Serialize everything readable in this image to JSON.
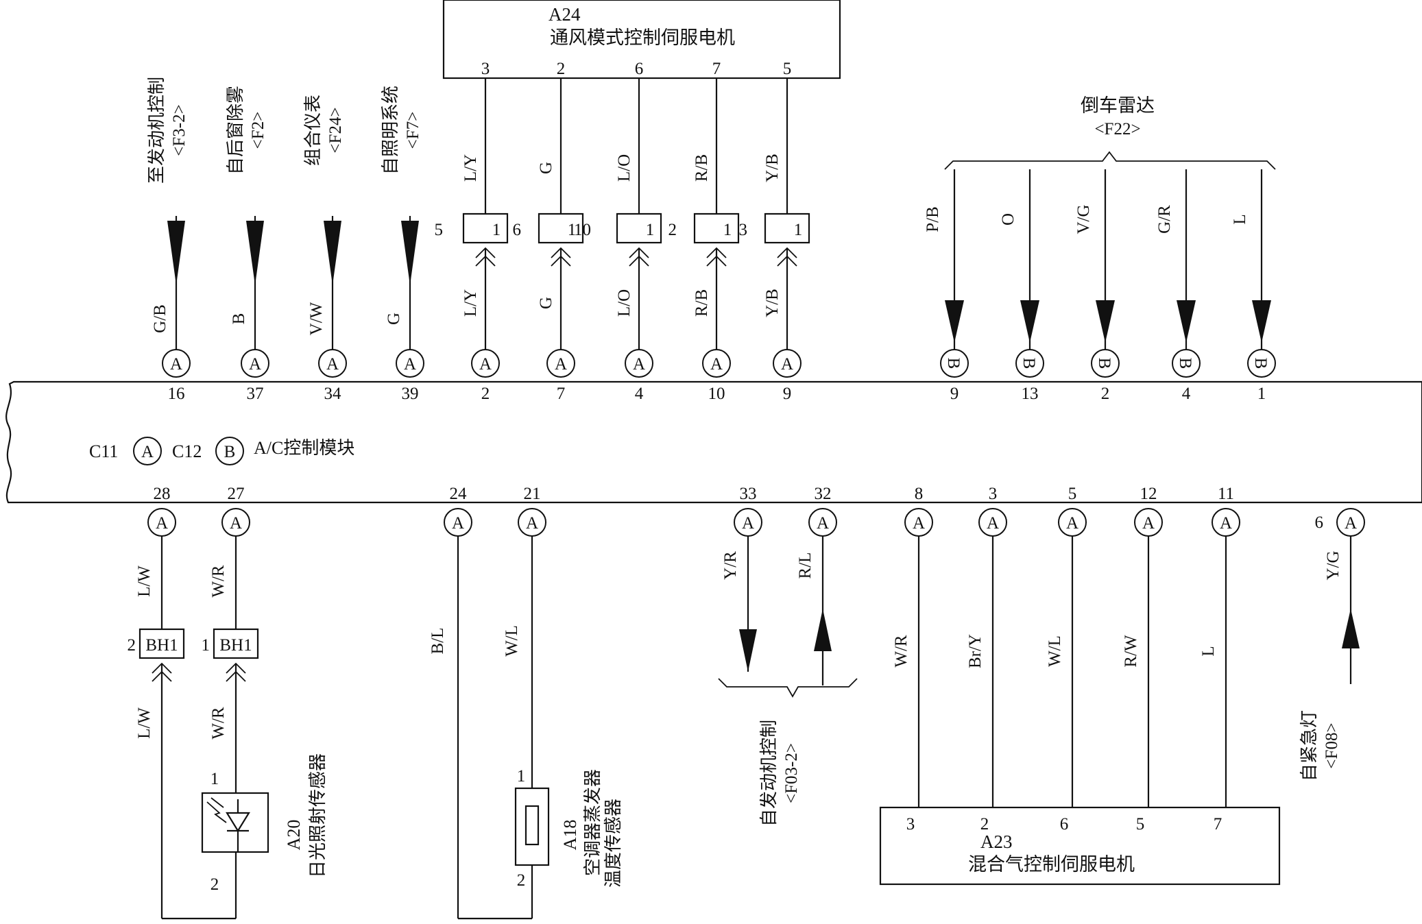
{
  "module": {
    "connectors": [
      "C11",
      "C12"
    ],
    "name": "A/C控制模块"
  },
  "a24": {
    "ref": "A24",
    "name": "通风模式控制伺服电机",
    "wires": [
      {
        "pin": "3",
        "color": "L/Y",
        "conn_pin": "5",
        "conn_cav": "1",
        "module_conn": "A",
        "module_pin": "2"
      },
      {
        "pin": "2",
        "color": "G",
        "conn_pin": "6",
        "conn_cav": "1",
        "module_conn": "A",
        "module_pin": "7"
      },
      {
        "pin": "6",
        "color": "L/O",
        "conn_pin": "10",
        "conn_cav": "1",
        "module_conn": "A",
        "module_pin": "4"
      },
      {
        "pin": "7",
        "color": "R/B",
        "conn_pin": "2",
        "conn_cav": "1",
        "module_conn": "A",
        "module_pin": "10"
      },
      {
        "pin": "5",
        "color": "Y/B",
        "conn_pin": "3",
        "conn_cav": "1",
        "module_conn": "A",
        "module_pin": "9"
      }
    ]
  },
  "top_inputs": [
    {
      "dest": "至发动机控制",
      "code": "<F3-2>",
      "color": "G/B",
      "module_conn": "A",
      "module_pin": "16"
    },
    {
      "dest": "自后窗除雾",
      "code": "<F2>",
      "color": "B",
      "module_conn": "A",
      "module_pin": "37"
    },
    {
      "dest": "组合仪表",
      "code": "<F24>",
      "color": "V/W",
      "module_conn": "A",
      "module_pin": "34"
    },
    {
      "dest": "自照明系统",
      "code": "<F7>",
      "color": "G",
      "module_conn": "A",
      "module_pin": "39"
    }
  ],
  "radar": {
    "title": "倒车雷达",
    "code": "<F22>",
    "wires": [
      {
        "color": "P/B",
        "module_conn": "B",
        "module_pin": "9"
      },
      {
        "color": "O",
        "module_conn": "B",
        "module_pin": "13"
      },
      {
        "color": "V/G",
        "module_conn": "B",
        "module_pin": "2"
      },
      {
        "color": "G/R",
        "module_conn": "B",
        "module_pin": "4"
      },
      {
        "color": "L",
        "module_conn": "B",
        "module_pin": "1"
      }
    ]
  },
  "sunload": {
    "ref": "A20",
    "name": "日光照射传感器",
    "pin_top": "1",
    "pin_bottom": "2",
    "wires": [
      {
        "module_pin": "28",
        "module_conn": "A",
        "color_top": "L/W",
        "conn_pin": "2",
        "conn_name": "BH1",
        "color_bottom": "L/W"
      },
      {
        "module_pin": "27",
        "module_conn": "A",
        "color_top": "W/R",
        "conn_pin": "1",
        "conn_name": "BH1",
        "color_bottom": "W/R"
      }
    ]
  },
  "evap": {
    "ref": "A18",
    "name_line1": "空调器蒸发器",
    "name_line2": "温度传感器",
    "pin_top": "1",
    "pin_bottom": "2",
    "wires": [
      {
        "module_pin": "24",
        "module_conn": "A",
        "color": "B/L"
      },
      {
        "module_pin": "21",
        "module_conn": "A",
        "color": "W/L"
      }
    ]
  },
  "engine": {
    "dest": "自发动机控制",
    "code": "<F03-2>",
    "wires": [
      {
        "module_pin": "33",
        "module_conn": "A",
        "color": "Y/R"
      },
      {
        "module_pin": "32",
        "module_conn": "A",
        "color": "R/L"
      }
    ]
  },
  "a23": {
    "ref": "A23",
    "name": "混合气控制伺服电机",
    "wires": [
      {
        "module_pin": "8",
        "module_conn": "A",
        "color": "W/R",
        "pin": "3"
      },
      {
        "module_pin": "3",
        "module_conn": "A",
        "color": "Br/Y",
        "pin": "2"
      },
      {
        "module_pin": "5",
        "module_conn": "A",
        "color": "W/L",
        "pin": "6"
      },
      {
        "module_pin": "12",
        "module_conn": "A",
        "color": "R/W",
        "pin": "5"
      },
      {
        "module_pin": "11",
        "module_conn": "A",
        "color": "L",
        "pin": "7"
      }
    ]
  },
  "hazard": {
    "dest": "自紧急灯",
    "code": "<F08>",
    "module_pin": "6",
    "module_conn": "A",
    "color": "Y/G"
  }
}
